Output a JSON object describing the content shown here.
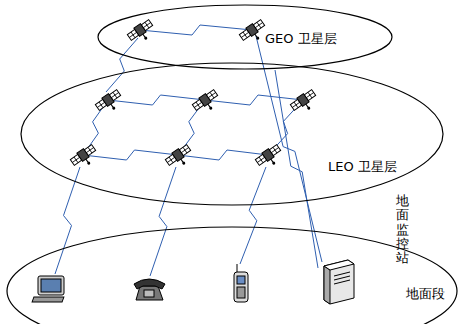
{
  "diagram": {
    "nodes": [
      {
        "text": [
          "GEO 卫星层"
        ]
      },
      {
        "text": [
          "LEO 卫星层"
        ]
      },
      {
        "text": [
          "地面段"
        ]
      },
      {
        "text": [
          "地面监控站"
        ],
        "in": 2
      }
    ],
    "edges": [
      {
        "from": 0,
        "to": 3,
        "arrow": "none"
      }
    ]
  }
}
